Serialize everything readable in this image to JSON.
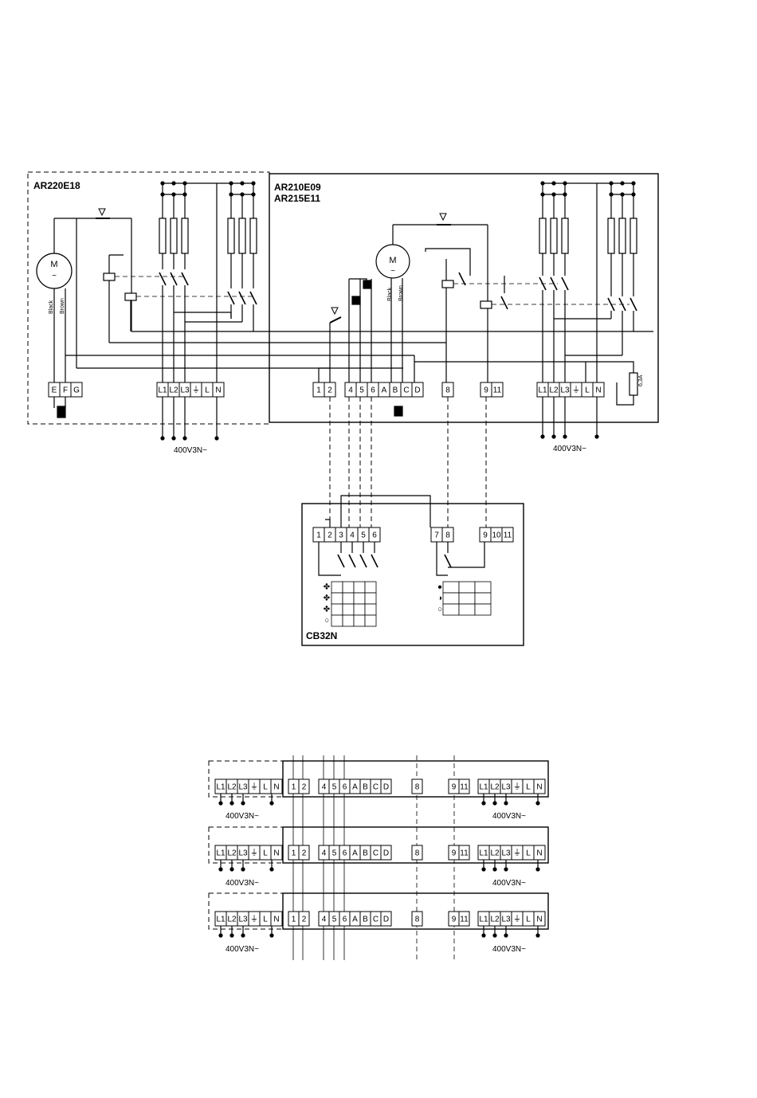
{
  "labels": {
    "model_left": "AR220E18",
    "model_right_1": "AR210E09",
    "model_right_2": "AR215E11",
    "controller": "CB32N",
    "supply": "400V3N~",
    "fuse": "6,3A",
    "motor": "M",
    "motor_ac": "~",
    "wire_black": "Black",
    "wire_brown": "Brown"
  },
  "terminals": {
    "left_motor": [
      "E",
      "F",
      "G"
    ],
    "power": [
      "L1",
      "L2",
      "L3",
      "⏚",
      "L",
      "N"
    ],
    "main_group1": [
      "1",
      "2"
    ],
    "main_group2": [
      "4",
      "5",
      "6",
      "A",
      "B",
      "C",
      "D"
    ],
    "main_group3": [
      "8"
    ],
    "main_group4": [
      "9",
      "11"
    ],
    "controller_group1": [
      "1",
      "2",
      "3",
      "4",
      "5",
      "6"
    ],
    "controller_group2": [
      "7",
      "8"
    ],
    "controller_group3": [
      "9",
      "10",
      "11"
    ]
  },
  "symbols": {
    "fan_table": [
      "✤",
      "✤",
      "✤",
      "○"
    ],
    "heat_table": [
      "●",
      "◑",
      "○"
    ],
    "dot": "○"
  }
}
